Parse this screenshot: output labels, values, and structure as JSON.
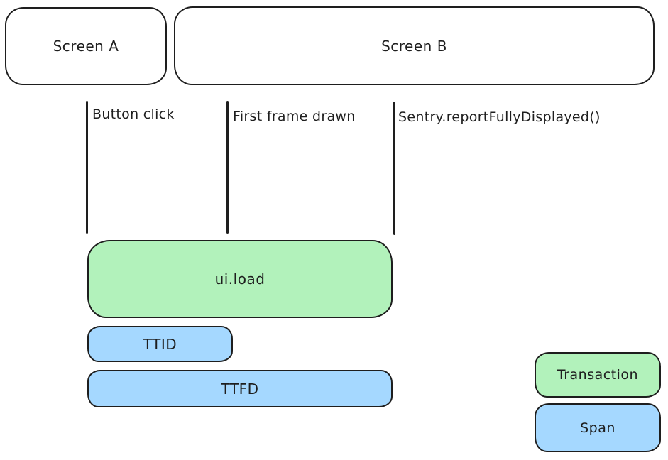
{
  "screens": [
    {
      "label": "Screen A"
    },
    {
      "label": "Screen B"
    }
  ],
  "events": [
    {
      "label": "Button click"
    },
    {
      "label": "First frame drawn"
    },
    {
      "label": "Sentry.reportFullyDisplayed()"
    }
  ],
  "bars": [
    {
      "label": "ui.load",
      "kind": "transaction"
    },
    {
      "label": "TTID",
      "kind": "span"
    },
    {
      "label": "TTFD",
      "kind": "span"
    }
  ],
  "legend": [
    {
      "label": "Transaction",
      "kind": "transaction"
    },
    {
      "label": "Span",
      "kind": "span"
    }
  ],
  "colors": {
    "transaction": "#b2f2bb",
    "span": "#a5d8ff",
    "stroke": "#1e1e1e",
    "background": "#ffffff"
  }
}
